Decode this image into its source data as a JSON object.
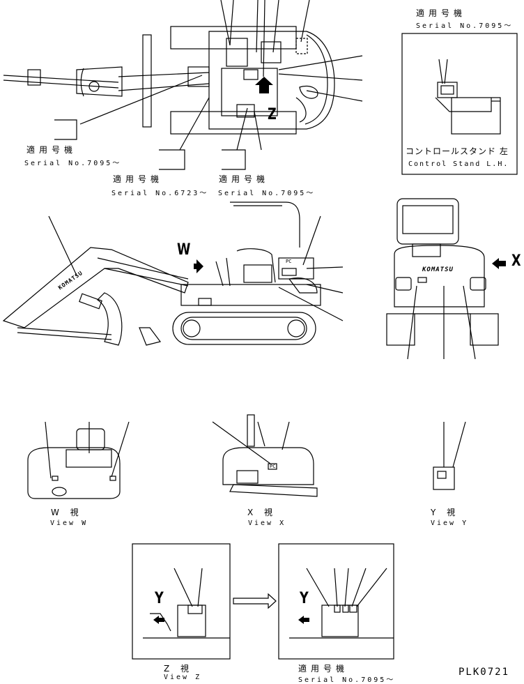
{
  "serial_ranges": {
    "top_right": {
      "jp": "適用号機",
      "en": "Serial No.7095〜"
    },
    "left_a": {
      "jp": "適用号機",
      "en": "Serial No.7095〜"
    },
    "mid_a": {
      "jp": "適用号機",
      "en": "Serial No.6723〜"
    },
    "mid_b": {
      "jp": "適用号機",
      "en": "Serial No.7095〜"
    },
    "bottom_right": {
      "jp": "適用号機",
      "en": "Serial No.7095〜"
    }
  },
  "control_stand": {
    "jp": "コントロールスタンド 左",
    "en": "Control Stand L.H."
  },
  "views": {
    "w": {
      "jp": "W 視",
      "en": "View W"
    },
    "x": {
      "jp": "X 視",
      "en": "View X"
    },
    "y": {
      "jp": "Y 視",
      "en": "View Y"
    },
    "z": {
      "jp": "Z 視",
      "en": "View Z"
    }
  },
  "view_markers": {
    "w": "W",
    "x": "X",
    "z": "Z",
    "y": "Y",
    "y2": "Y"
  },
  "decal_texts": {
    "brand": "KOMATSU",
    "pc": "PC"
  },
  "drawing_code": "PLK0721"
}
